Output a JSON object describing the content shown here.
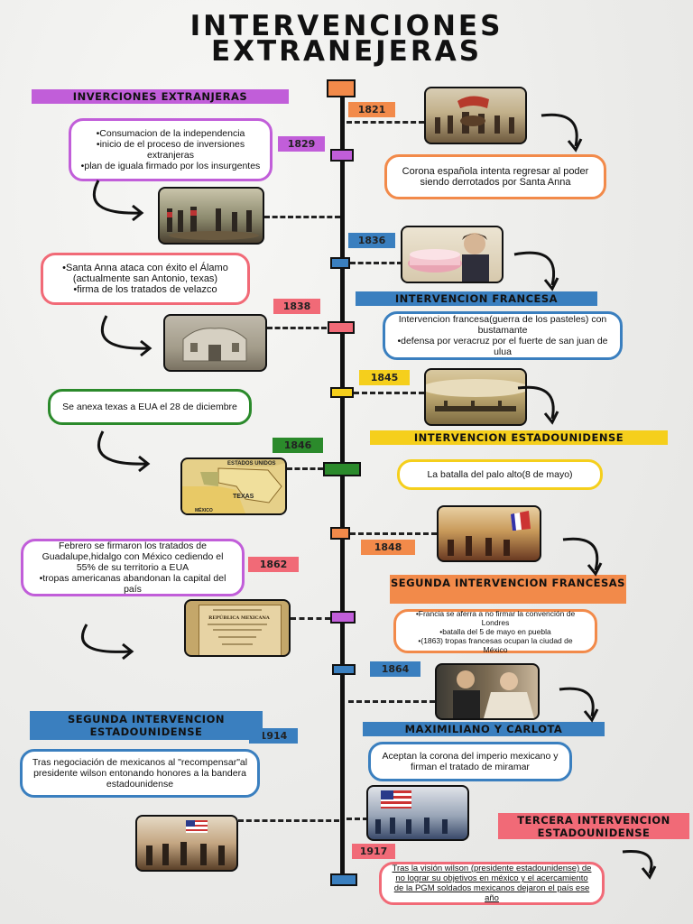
{
  "title": {
    "line1": "INTERVENCIONES",
    "line2": "EXTRANEJERAS"
  },
  "banners": {
    "inversiones": "INVERCIONES EXTRANJERAS",
    "francesa": "INTERVENCION FRANCESA",
    "estadounidense": "INTERVENCION ESTADOUNIDENSE",
    "segunda_francesa": "SEGUNDA INTERVENCION FRANCESAS",
    "segunda_estadounidense": "SEGUNDA INTERVENCION ESTADOUNIDENSE",
    "maximiliano": "MAXIMILIANO Y CARLOTA",
    "tercera_estadounidense": "TERCERA INTERVENCION ESTADOUNIDENSE"
  },
  "years": {
    "y1821": "1821",
    "y1829": "1829",
    "y1836": "1836",
    "y1838": "1838",
    "y1845": "1845",
    "y1846": "1846",
    "y1848": "1848",
    "y1862": "1862",
    "y1864": "1864",
    "y1914": "1914",
    "y1917": "1917"
  },
  "cards": {
    "c1829": "•Consumacion de la independencia\n•inicio de  el proceso de inversiones extranjeras\n•plan de iguala firmado por los insurgentes",
    "c1821": "Corona española intenta regresar al poder siendo derrotados por Santa Anna",
    "c1836": "•Santa Anna ataca con éxito el Álamo (actualmente san Antonio, texas)\n•firma de los tratados de velazco",
    "c1838": "Intervencion francesa(guerra de los pasteles) con bustamante\n•defensa por veracruz por el fuerte de san juan de ulua",
    "c1845": "Se anexa texas a EUA el 28 de diciembre",
    "c1846": "La batalla del palo alto(8 de mayo)",
    "c1848": "Febrero se firmaron los tratados de Guadalupe,hidalgo con México cediendo el 55% de su territorio a EUA\n•tropas americanas abandonan la capital del país",
    "c1862": "•Francia se aferra a no firmar la convención  de Londres\n•batalla del 5 de mayo en puebla\n•(1863) tropas francesas ocupan la ciudad de México",
    "c1864": "Aceptan la corona del imperio mexicano y firman el tratado de miramar",
    "c1914": "Tras negociación de mexicanos al \"recompensar\"al presidente wilson entonando honores a la bandera estadounidense",
    "c1917": "Tras la visión wilson (presidente estadounidense) de no lograr su objetivos en méxico y el acercamiento  de la PGM soldados mexicanos  dejaron  el país ese año"
  },
  "map": {
    "top_label": "ESTADOS UNIDOS",
    "texas_label": "TEXAS",
    "mexico_label": "MÉXICO"
  },
  "document": {
    "line1": "REPÚBLICA MEXICANA"
  },
  "colors": {
    "purple": "#c15ed9",
    "orange": "#f28a4a",
    "blue": "#3a7fbf",
    "pink": "#f16a77",
    "yellow": "#f5cf1c",
    "green": "#2b8a2b"
  }
}
